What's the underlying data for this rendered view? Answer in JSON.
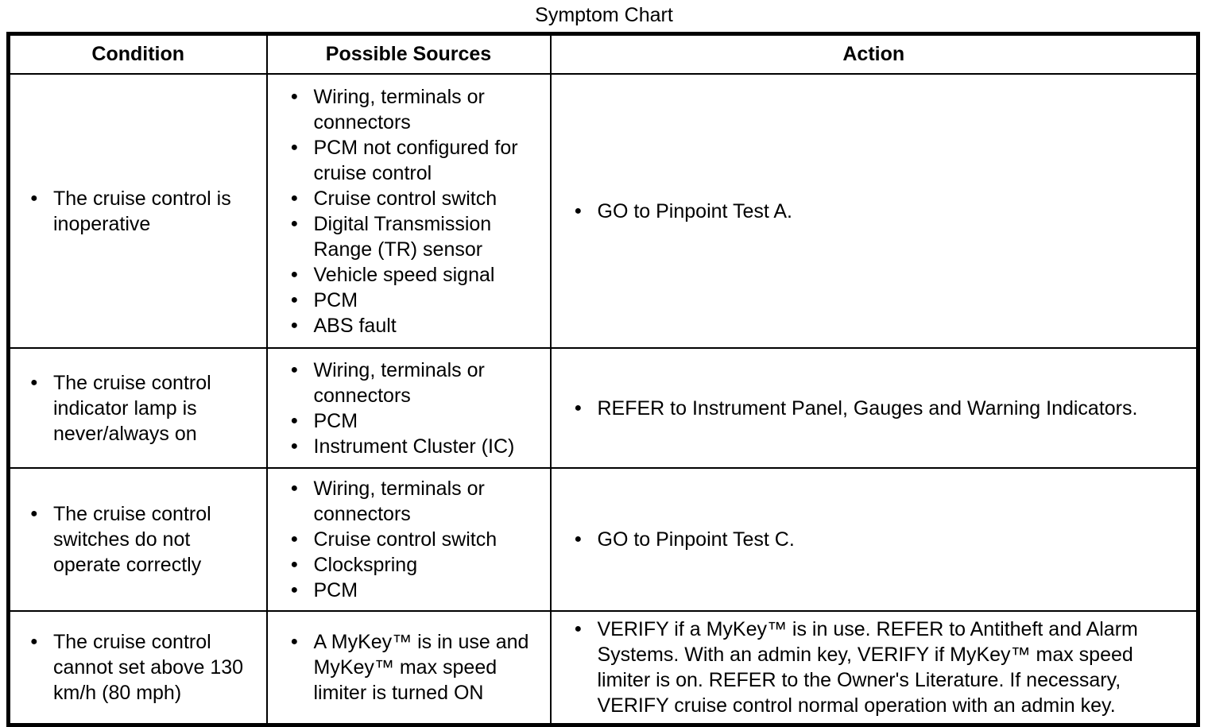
{
  "page_title": "Symptom Chart",
  "table": {
    "columns": [
      "Condition",
      "Possible Sources",
      "Action"
    ],
    "bullet_glyph": "●",
    "rows": [
      {
        "condition": [
          "The cruise control is inoperative"
        ],
        "possible_sources": [
          "Wiring, terminals or connectors",
          "PCM not configured for cruise control",
          "Cruise control switch",
          "Digital Transmission Range (TR) sensor",
          "Vehicle speed signal",
          "PCM",
          "ABS fault"
        ],
        "action": [
          "GO to Pinpoint Test A."
        ]
      },
      {
        "condition": [
          "The cruise control indicator lamp is never/always on"
        ],
        "possible_sources": [
          "Wiring, terminals or connectors",
          "PCM",
          "Instrument Cluster (IC)"
        ],
        "action": [
          "REFER to Instrument Panel, Gauges and Warning Indicators."
        ]
      },
      {
        "condition": [
          "The cruise control switches do not operate correctly"
        ],
        "possible_sources": [
          "Wiring, terminals or connectors",
          "Cruise control switch",
          "Clockspring",
          "PCM"
        ],
        "action": [
          "GO to Pinpoint Test C."
        ]
      },
      {
        "condition": [
          "The cruise control cannot set above 130 km/h (80 mph)"
        ],
        "possible_sources": [
          "A MyKey™ is in use and MyKey™ max speed limiter is turned ON"
        ],
        "action": [
          "VERIFY if a MyKey™ is in use. REFER to Antitheft and Alarm Systems. With an admin key, VERIFY if MyKey™ max speed limiter is on. REFER to the Owner's Literature. If necessary, VERIFY cruise control normal operation with an admin key."
        ]
      }
    ]
  }
}
